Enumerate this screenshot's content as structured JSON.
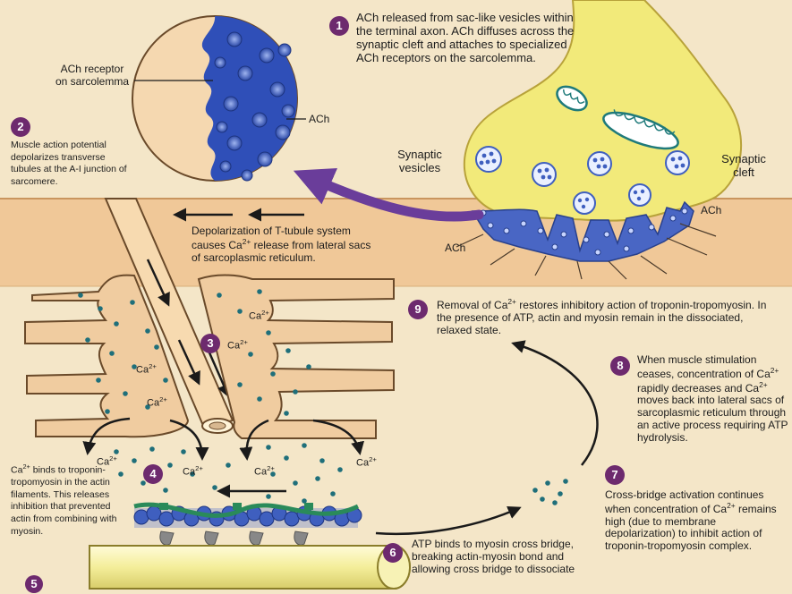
{
  "labels": {
    "ach_receptor": "ACh receptor\non sarcolemma",
    "ach_inset": "ACh",
    "synaptic_vesicles": "Synaptic\nvesicles",
    "synaptic_cleft": "Synaptic\ncleft",
    "ach_cleft": "ACh",
    "ach_bottom": "ACh",
    "ca_labels": [
      "Ca2+",
      "Ca2+",
      "Ca2+",
      "Ca2+",
      "Ca2+",
      "Ca2+",
      "Ca2+",
      "Ca2+"
    ]
  },
  "steps": [
    {
      "number": "1",
      "text": "ACh released from sac-like vesicles within the terminal axon. ACh diffuses across the synaptic cleft and attaches to specialized ACh receptors on the sarcolemma."
    },
    {
      "number": "2",
      "text": "Muscle action potential depolarizes transverse tubules at the A-I junction of sarcomere."
    },
    {
      "number": "3",
      "text": ""
    },
    {
      "number": "4",
      "text": "Ca2+ binds to troponin-tropomyosin in the actin filaments. This releases inhibition that prevented actin from combining with myosin."
    },
    {
      "number": "5",
      "text": ""
    },
    {
      "number": "6",
      "text": "ATP binds to myosin cross bridge, breaking actin-myosin bond and allowing cross bridge to dissociate"
    },
    {
      "number": "7",
      "text": "Cross-bridge activation continues when concentration of Ca2+ remains high (due to membrane depolarization) to inhibit action of troponin-tropomyosin complex."
    },
    {
      "number": "8",
      "text": "When muscle stimulation ceases, concentration of Ca2+ rapidly decreases and Ca2+ moves back into lateral sacs of sarcoplasmic reticulum through an active process requiring ATP hydrolysis."
    },
    {
      "number": "9",
      "text": "Removal of Ca2+ restores inhibitory action of troponin-tropomyosin. In the presence of ATP, actin and myosin remain in the dissociated, relaxed state."
    }
  ],
  "depolarization_text": "Depolarization of T-tubule system causes Ca2+ release from lateral sacs of sarcoplasmic reticulum.",
  "colors": {
    "background": "#f4e6c8",
    "membrane": "#f0c898",
    "axon_terminal": "#f2ea7a",
    "receptor_blue": "#3f5fbf",
    "step_badge": "#6d2a6e",
    "arrow_purple": "#6a3d9a",
    "calcium_dot": "#1f6f7a"
  }
}
